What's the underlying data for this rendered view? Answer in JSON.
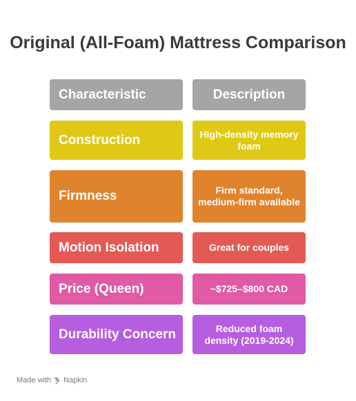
{
  "title": "Original (All-Foam) Mattress Comparison",
  "header": {
    "characteristic": "Characteristic",
    "description": "Description",
    "color": "#a5a5a5"
  },
  "rows": [
    {
      "characteristic": "Construction",
      "description": "High-density memory foam",
      "color": "#e0c916"
    },
    {
      "characteristic": "Firmness",
      "description": "Firm standard, medium-firm available",
      "color": "#e0832d"
    },
    {
      "characteristic": "Motion Isolation",
      "description": "Great for couples",
      "color": "#e35a55"
    },
    {
      "characteristic": "Price (Queen)",
      "description": "~$725–$800 CAD",
      "color": "#e05aa6"
    },
    {
      "characteristic": "Durability Concern",
      "description": "Reduced foam density (2019-2024)",
      "color": "#b65ee0"
    }
  ],
  "footer": {
    "made_with": "Made with",
    "brand": "Napkin"
  }
}
